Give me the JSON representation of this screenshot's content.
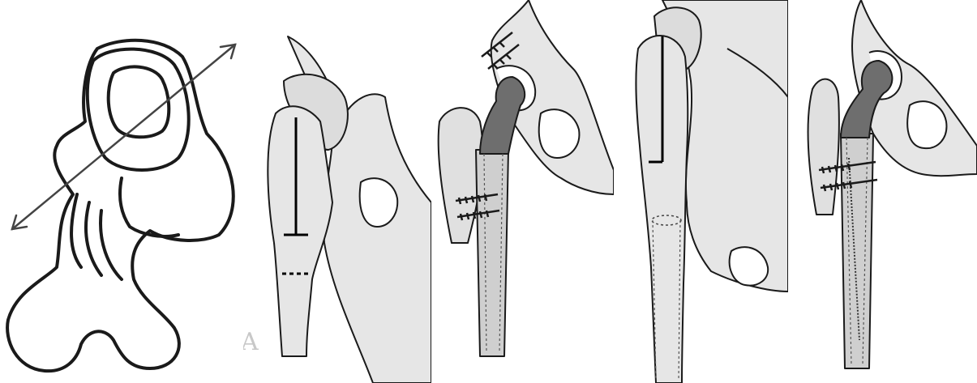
{
  "figure": {
    "panel_label": "A",
    "panels": [
      {
        "name": "femur-axis-drawing"
      },
      {
        "name": "hip-osteotomy-marking"
      },
      {
        "name": "hip-stem-screw-fixation"
      },
      {
        "name": "hip-long-osteotomy"
      },
      {
        "name": "hip-stem-cerclage-fixation"
      }
    ]
  },
  "colors": {
    "line": "#1a1a1a",
    "bone_fill": "#e6e6e6",
    "bone_shadow": "#c9c9c9",
    "implant": "#6e6e6e",
    "stem": "#bdbdbd",
    "background": "#ffffff"
  }
}
